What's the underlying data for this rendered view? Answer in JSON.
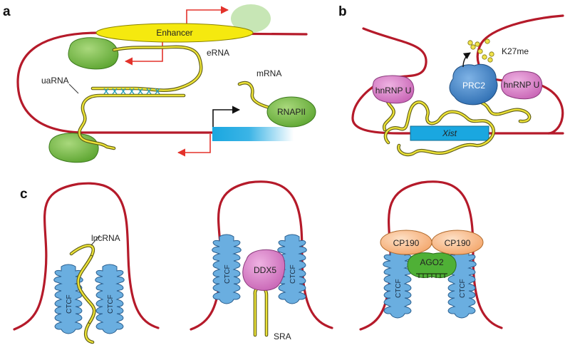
{
  "panels": {
    "a": {
      "letter": "a",
      "enhancer_label": "Enhancer",
      "erna_label": "eRNA",
      "uarna_label": "uaRNA",
      "mrna_label": "mRNA",
      "rnapii_label": "RNAPII"
    },
    "b": {
      "letter": "b",
      "hnrnpu_left_label": "hnRNP U",
      "prc2_label": "PRC2",
      "hnrnpu_right_label": "hnRNP U",
      "k27me_label": "K27me",
      "xist_label": "Xist"
    },
    "c": {
      "letter": "c",
      "lncrna_label": "lncRNA",
      "ctcf_label": "CTCF",
      "ddx5_label": "DDX5",
      "sra_label": "SRA",
      "cp190_left_label": "CP190",
      "cp190_right_label": "CP190",
      "ago2_label": "AGO2"
    }
  },
  "colors": {
    "dna": "#b51a2a",
    "rna": "#e8dd3a",
    "enhancer": "#f5e90f",
    "green_protein": "#6fb83c",
    "pink_protein": "#d777c4",
    "blue_protein": "#3f7fc2",
    "ctcf": "#6aaee0",
    "cp190": "#f8b987",
    "gene": "#1aa7e0",
    "arrow": "#e3322b"
  }
}
